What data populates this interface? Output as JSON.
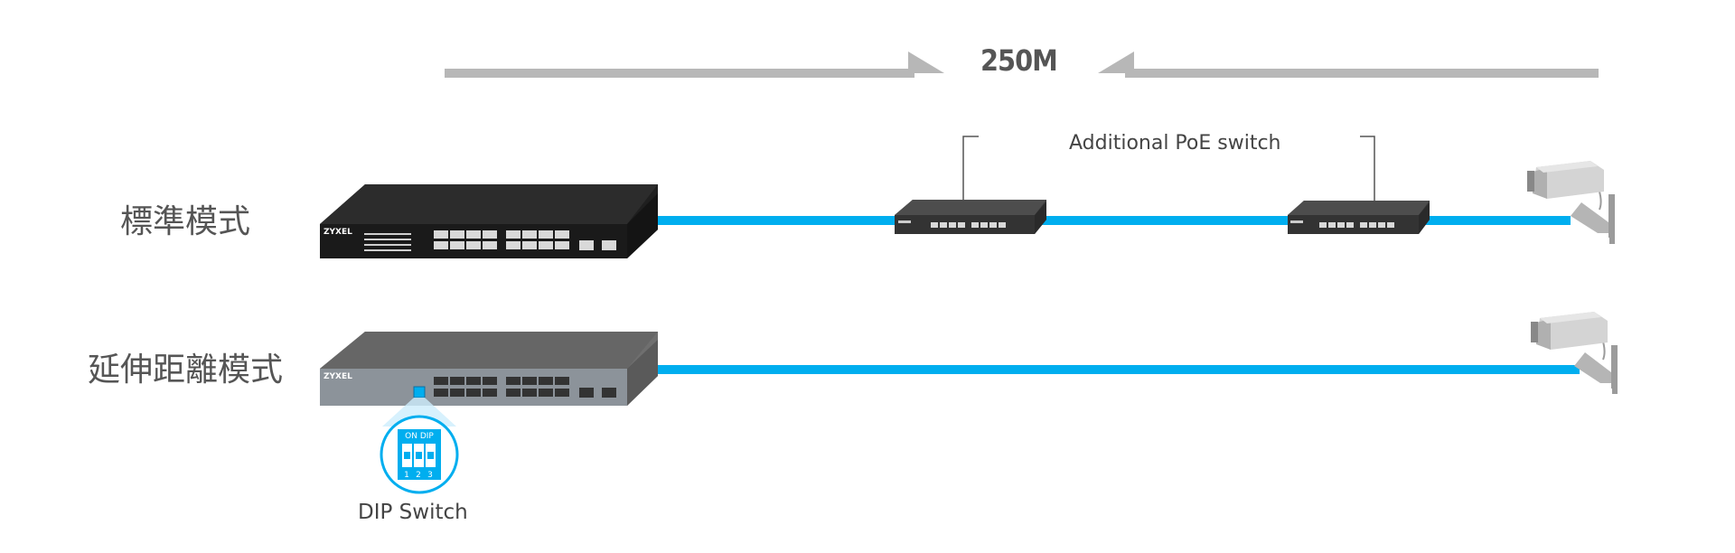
{
  "diagram": {
    "distance_label": "250M",
    "additional_switch_label": "Additional PoE switch",
    "modes": [
      {
        "label": "標準模式"
      },
      {
        "label": "延伸距離模式"
      }
    ],
    "brand": "ZYXEL",
    "dip_switch": {
      "label": "DIP Switch",
      "on_text": "ON DIP",
      "positions": [
        "1",
        "2",
        "3"
      ]
    },
    "colors": {
      "cable": "#00aeef",
      "arrow": "#b7b7b7",
      "switch_dark": "#1f1f1f",
      "switch_gray": "#7c7c7c",
      "camera": "#c8c8c8"
    },
    "icons": [
      "main-poe-switch-icon",
      "extended-poe-switch-icon",
      "additional-poe-switch-icon",
      "ip-camera-icon",
      "dip-switch-icon"
    ]
  }
}
